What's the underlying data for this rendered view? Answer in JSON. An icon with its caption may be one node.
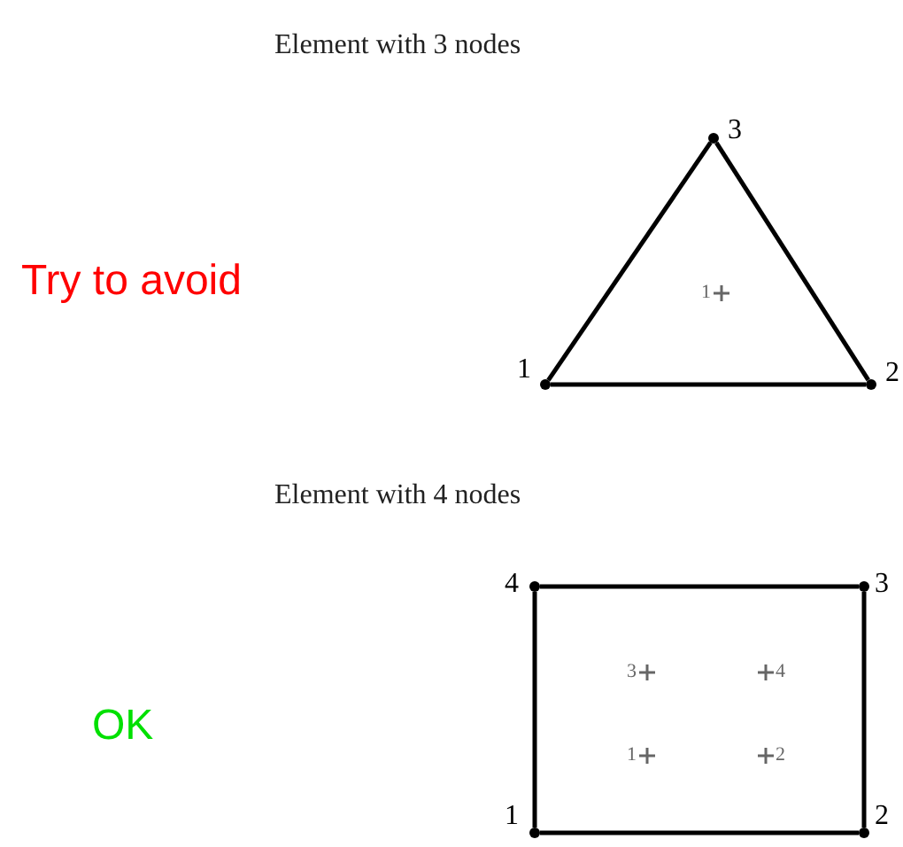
{
  "diagram": {
    "nodes": [
      {
        "text": [],
        "shape": "circle",
        "beside": [
          "1"
        ]
      },
      {
        "text": [],
        "shape": "circle",
        "beside": [
          "2"
        ]
      },
      {
        "text": [],
        "shape": "circle",
        "beside": [
          "3"
        ]
      },
      {
        "text": [],
        "shape": "circle",
        "beside": [
          "4"
        ]
      },
      {
        "text": [],
        "shape": "circle",
        "beside": [
          "3"
        ]
      },
      {
        "text": [],
        "shape": "circle",
        "beside": [
          "1"
        ]
      },
      {
        "text": [],
        "shape": "circle",
        "beside": [
          "2"
        ]
      }
    ],
    "edges": [
      {
        "from": 0,
        "to": 1,
        "arrow": "none"
      },
      {
        "from": 1,
        "to": 2,
        "arrow": "none"
      },
      {
        "from": 2,
        "to": 0,
        "arrow": "none"
      },
      {
        "from": 3,
        "to": 4,
        "arrow": "none"
      },
      {
        "from": 4,
        "to": 6,
        "arrow": "none"
      },
      {
        "from": 6,
        "to": 5,
        "arrow": "none"
      },
      {
        "from": 5,
        "to": 3,
        "arrow": "none"
      }
    ],
    "labels": [
      "Element with 3 nodes",
      "Try to avoid",
      "1",
      "Element with 4 nodes",
      "OK",
      "3",
      "4",
      "1",
      "2"
    ]
  }
}
